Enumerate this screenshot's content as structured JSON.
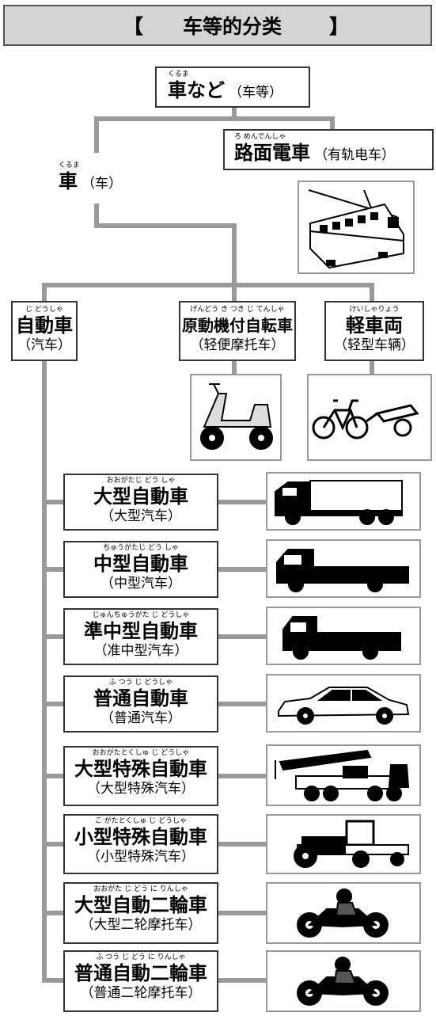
{
  "header": {
    "bracket_left": "【",
    "title": "车等的分类",
    "bracket_right": "】"
  },
  "root": {
    "ruby": "くるま",
    "label": "車など",
    "sub": "（车等）"
  },
  "car": {
    "ruby": "くるま",
    "label": "車",
    "sub": "（车）"
  },
  "tram": {
    "ruby": "ろ めんでんしゃ",
    "label": "路面電車",
    "sub": "（有轨电车）",
    "icon": "tram-icon"
  },
  "auto": {
    "ruby": "じ どうしゃ",
    "label": "自動車",
    "sub": "（汽车）"
  },
  "moped": {
    "ruby": "げんどう き つき じ てんしゃ",
    "label": "原動機付自転車",
    "sub": "（轻便摩托车）",
    "icon": "scooter-icon"
  },
  "light": {
    "ruby": "けいしゃりょう",
    "label": "軽車両",
    "sub": "（轻型车辆）",
    "icon": "bicycle-cart-icon"
  },
  "vehicles": [
    {
      "ruby": "おおがたじ どう しゃ",
      "label": "大型自動車",
      "sub": "（大型汽车）",
      "icon": "large-truck-icon"
    },
    {
      "ruby": "ちゅうがたじ どう しゃ",
      "label": "中型自動車",
      "sub": "（中型汽车）",
      "icon": "medium-truck-icon"
    },
    {
      "ruby": "じゅんちゅうがた じ どうしゃ",
      "label": "準中型自動車",
      "sub": "（准中型汽车）",
      "icon": "semi-medium-truck-icon"
    },
    {
      "ruby": "ふ つう じ どうしゃ",
      "label": "普通自動車",
      "sub": "（普通汽车）",
      "icon": "sedan-icon"
    },
    {
      "ruby": "おおがたとくしゅ じ どうしゃ",
      "label": "大型特殊自動車",
      "sub": "（大型特殊汽车）",
      "icon": "crane-truck-icon"
    },
    {
      "ruby": "こ がたとくしゅ じ どうしゃ",
      "label": "小型特殊自動車",
      "sub": "（小型特殊汽车）",
      "icon": "tractor-icon"
    },
    {
      "ruby": "おおがた じ どう に りんしゃ",
      "label": "大型自動二輪車",
      "sub": "（大型二轮摩托车）",
      "icon": "motorcycle-icon"
    },
    {
      "ruby": "ふ つう じ どう に りんしゃ",
      "label": "普通自動二輪車",
      "sub": "（普通二轮摩托车）",
      "icon": "motorcycle-icon"
    }
  ],
  "colors": {
    "connector": "#9a9a9a",
    "title_bg": "#d4d4d4",
    "node_border": "#333333",
    "picture_border": "#999999"
  }
}
